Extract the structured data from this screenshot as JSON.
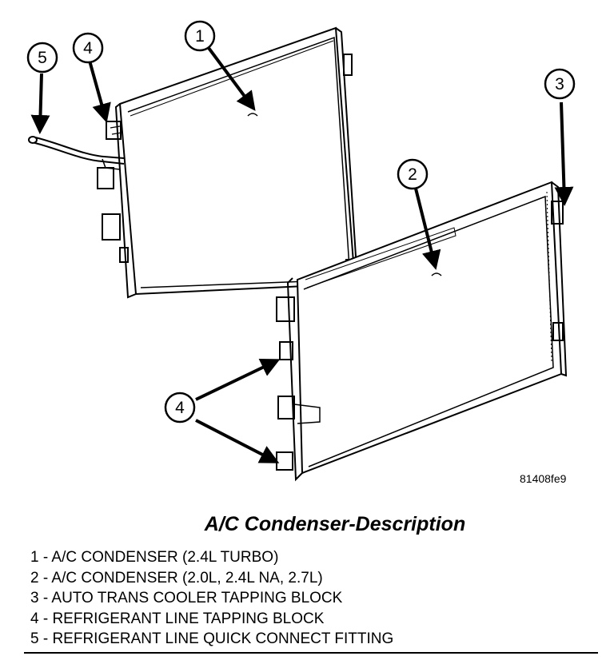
{
  "figure_code": "81408fe9",
  "title": "A/C Condenser-Description",
  "callouts": [
    "1",
    "2",
    "3",
    "4",
    "5",
    "4"
  ],
  "legend": [
    "1 - A/C CONDENSER (2.4L TURBO)",
    "2 - A/C CONDENSER (2.0L, 2.4L NA, 2.7L)",
    "3 - AUTO TRANS COOLER TAPPING BLOCK",
    "4 - REFRIGERANT LINE TAPPING BLOCK",
    "5 - REFRIGERANT LINE QUICK CONNECT FITTING"
  ]
}
